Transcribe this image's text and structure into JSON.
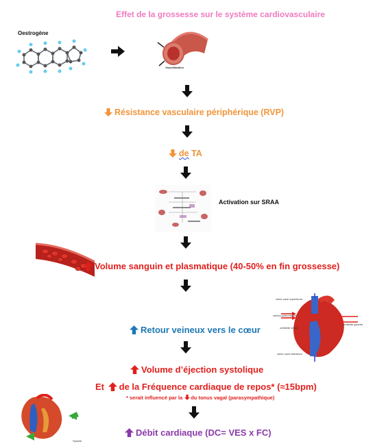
{
  "title": "Effet de la grossesse sur le système cardiovasculaire",
  "oestrogen_label": "Oestrogène",
  "vasodilatation_label": "Vasodilatation",
  "steps": {
    "rvp": "Résistance vasculaire périphérique (RVP)",
    "ta_de": "de",
    "ta_ta": "TA",
    "sraa": "Activation sur SRAA",
    "volume": "Volume sanguin et plasmatique (40-50% en fin grossesse)",
    "retour": "Retour veineux vers le cœur",
    "ejection": "Volume d’éjection systolique",
    "freq_et": "Et",
    "freq_rest": "de la Fréquence cardiaque de repos* (≈15bpm)",
    "note_pre": "* serait influencé par la",
    "note_post": "du tonus vagal (parasympathique)",
    "debit": "Débit cardiaque (DC= VES x FC)"
  },
  "heart_labels": {
    "vcs": "veine cave supérieure",
    "veines_pulm": "veines pulmonaires",
    "oreillette_d": "oreillette droite",
    "oreillette_g": "oreillette gauche",
    "vci": "veine cave inférieure",
    "systole": "Systole"
  },
  "colors": {
    "title": "#f07ac0",
    "orange": "#f0953a",
    "red": "#e0201d",
    "blue": "#1e78b4",
    "purple": "#8b3aa8"
  }
}
